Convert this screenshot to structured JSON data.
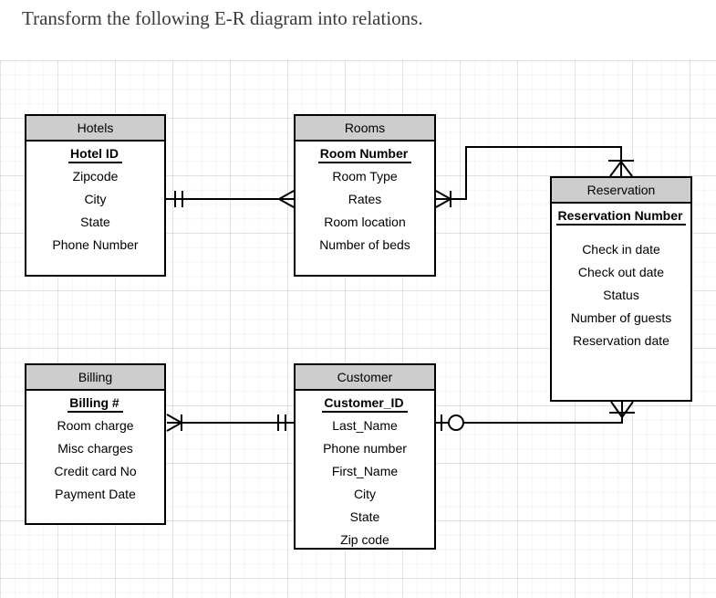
{
  "title": "Transform the following E-R diagram into relations.",
  "colors": {
    "background": "#ffffff",
    "entity_header_fill": "#cdcdcd",
    "entity_border": "#000000",
    "connector_line": "#000000",
    "title_text": "#3a3a3a",
    "grid_line": "#e8e8ec"
  },
  "entities": [
    {
      "name": "Hotels",
      "primary_key": "Hotel ID",
      "attributes": [
        "Hotel ID",
        "Zipcode",
        "City",
        "State",
        "Phone Number"
      ]
    },
    {
      "name": "Rooms",
      "primary_key": "Room Number",
      "attributes": [
        "Room Number",
        "Room Type",
        "Rates",
        "Room location",
        "Number of beds"
      ]
    },
    {
      "name": "Reservation",
      "primary_key": "Reservation Number",
      "attributes": [
        "Reservation Number",
        "Check in date",
        "Check out date",
        "Status",
        "Number of guests",
        "Reservation date"
      ]
    },
    {
      "name": "Billing",
      "primary_key": "Billing #",
      "attributes": [
        "Billing #",
        "Room charge",
        "Misc charges",
        "Credit card No",
        "Payment Date"
      ]
    },
    {
      "name": "Customer",
      "primary_key": "Customer_ID",
      "attributes": [
        "Customer_ID",
        "Last_Name",
        "Phone number",
        "First_Name",
        "City",
        "State",
        "Zip code"
      ]
    }
  ],
  "relationships": [
    {
      "from": "Hotels",
      "to": "Rooms",
      "from_cardinality": "one-and-only-one (double tick)",
      "to_cardinality": "many (crow's foot)"
    },
    {
      "from": "Rooms",
      "to": "Reservation",
      "from_cardinality": "one-or-many (crow's foot + tick)",
      "to_cardinality": "one-or-many (crow's foot + tick)"
    },
    {
      "from": "Customer",
      "to": "Reservation",
      "from_cardinality": "zero-or-one (tick + circle)",
      "to_cardinality": "one-or-many (crow's foot + tick)"
    },
    {
      "from": "Billing",
      "to": "Customer",
      "from_cardinality": "one-or-many (crow's foot + tick)",
      "to_cardinality": "one-and-only-one (double tick)"
    }
  ]
}
